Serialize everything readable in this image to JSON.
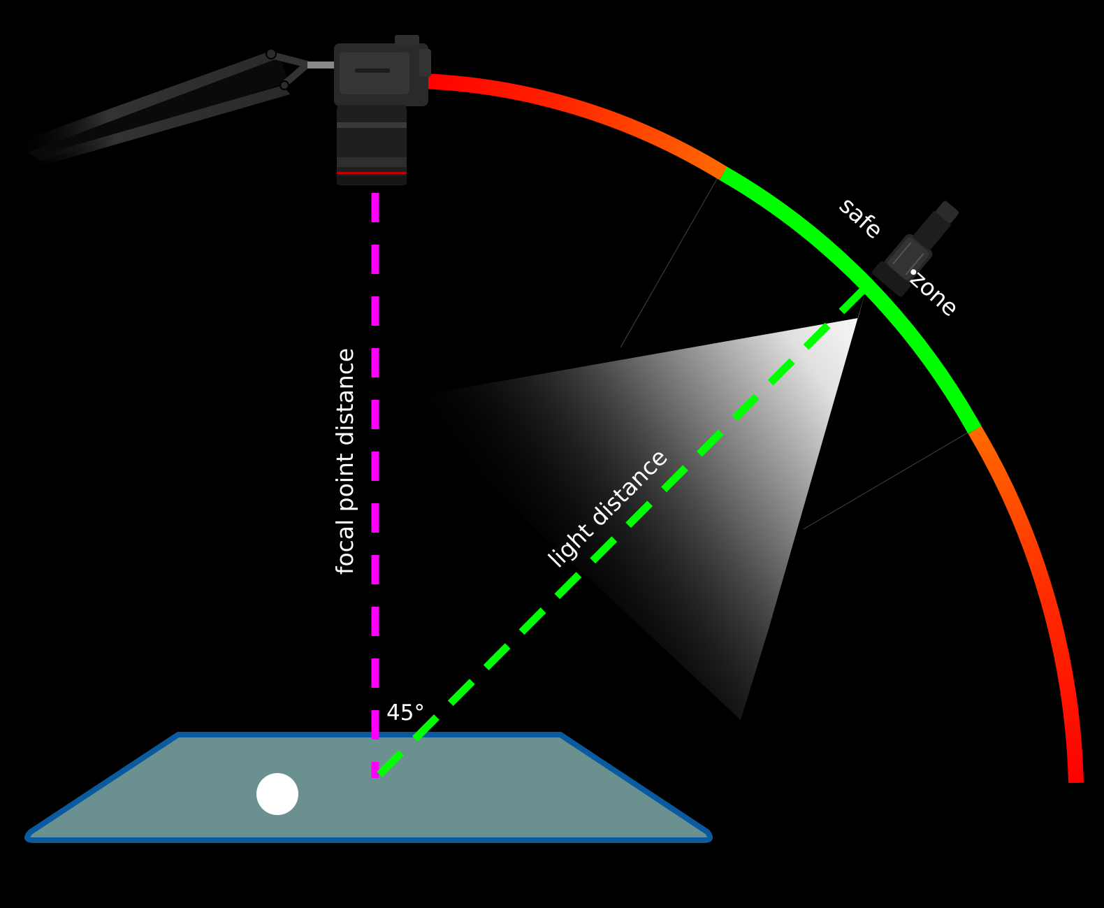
{
  "labels": {
    "focal_point_distance": "focal point distance",
    "light_distance": "light distance",
    "angle": "45°",
    "safe": "safe",
    "zone": "zone"
  },
  "colors": {
    "background": "#000000",
    "focal_line": "#ff00ff",
    "light_line": "#00ff00",
    "arc_danger": "#ff0000",
    "arc_warning": "#ff6a00",
    "arc_safe": "#00ff00",
    "platform_fill": "#6a9090",
    "platform_border": "#0a5aa0",
    "subject": "#ffffff"
  },
  "elements": {
    "camera": "camera-icon",
    "arm": "articulated-arm-icon",
    "flashlight": "flashlight-icon",
    "subject": "subject-dot"
  }
}
